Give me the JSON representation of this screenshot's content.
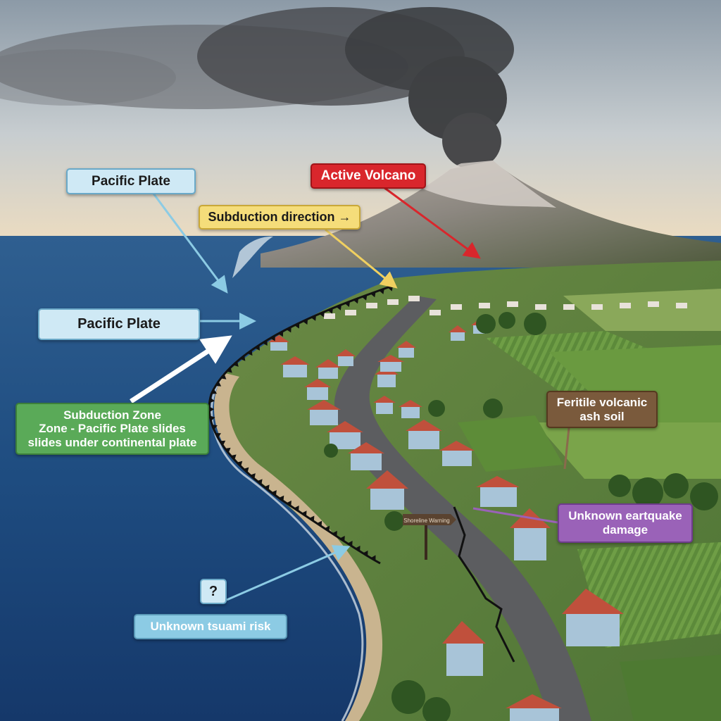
{
  "labels": {
    "pacific_plate_top": "Pacific Plate",
    "active_volcano": "Active Volcano",
    "subduction_direction": "Subduction direction →",
    "pacific_plate_mid": "Pacific Plate",
    "subduction_zone": [
      "Subduction Zone",
      "Zone - Pacific Plate slides",
      "slides under continental plate"
    ],
    "fertile_soil": [
      "Feritile volcanic",
      "ash soil"
    ],
    "earthquake_damage": [
      "Unknown eartquake",
      "damage"
    ],
    "question_mark": "?",
    "tsunami_risk": "Unknown tsuami risk",
    "road_sign": "Shoreline Warning"
  },
  "colors": {
    "pacific_plate": "#cfe9f5",
    "volcano": "#d9262c",
    "subduction_direction": "#f5dd7a",
    "subduction_zone": "#5aaa58",
    "fertile_soil": "#7a5a3c",
    "earthquake": "#9a62b8",
    "tsunami": "#8ccbe4"
  }
}
